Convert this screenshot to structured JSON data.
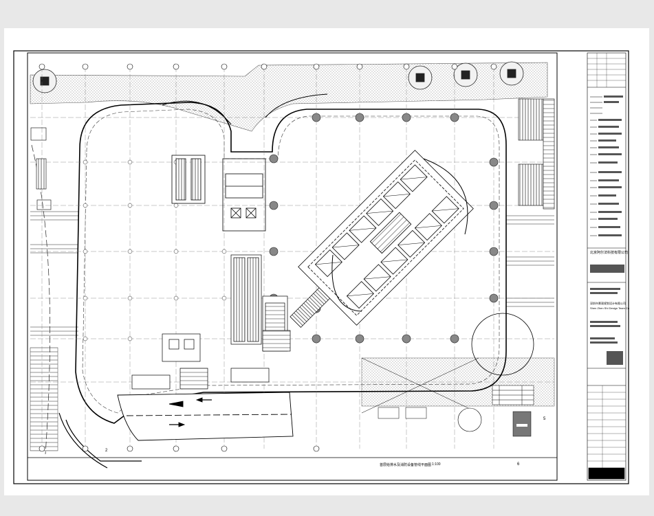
{
  "drawing": {
    "company_name": "北京阿尔法科技有限公司",
    "consultant_name_cn": "深圳市景观规划设计有限公司",
    "consultant_name_en": "Shen Zhen Shi Design Team Co",
    "plan_title": "首层给排水及消防设备管线平面图",
    "plan_scale": "1:100",
    "grid_mark_2": "2",
    "grid_mark_6": "6",
    "grid_mark_5": "5"
  }
}
